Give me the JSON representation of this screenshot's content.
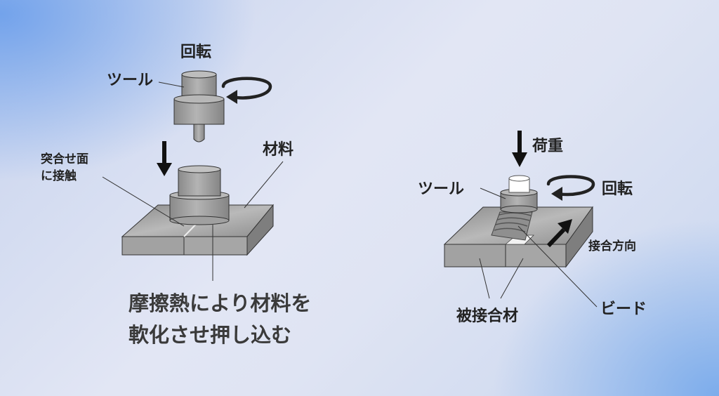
{
  "left": {
    "rotation_label": "回転",
    "tool_label": "ツール",
    "contact_label_line1": "突合せ面",
    "contact_label_line2": "に接触",
    "material_label": "材料",
    "caption_line1": "摩擦熱により材料を",
    "caption_line2": "軟化させ押し込む"
  },
  "right": {
    "load_label": "荷重",
    "tool_label": "ツール",
    "rotation_label": "回転",
    "joining_direction_label": "接合方向",
    "bead_label": "ビード",
    "workpiece_label": "被接合材"
  },
  "colors": {
    "block_top": "#a8a8a8",
    "block_front": "#9a9a9a",
    "tool_body": "#9c9c9c",
    "arrow": "#111111"
  }
}
